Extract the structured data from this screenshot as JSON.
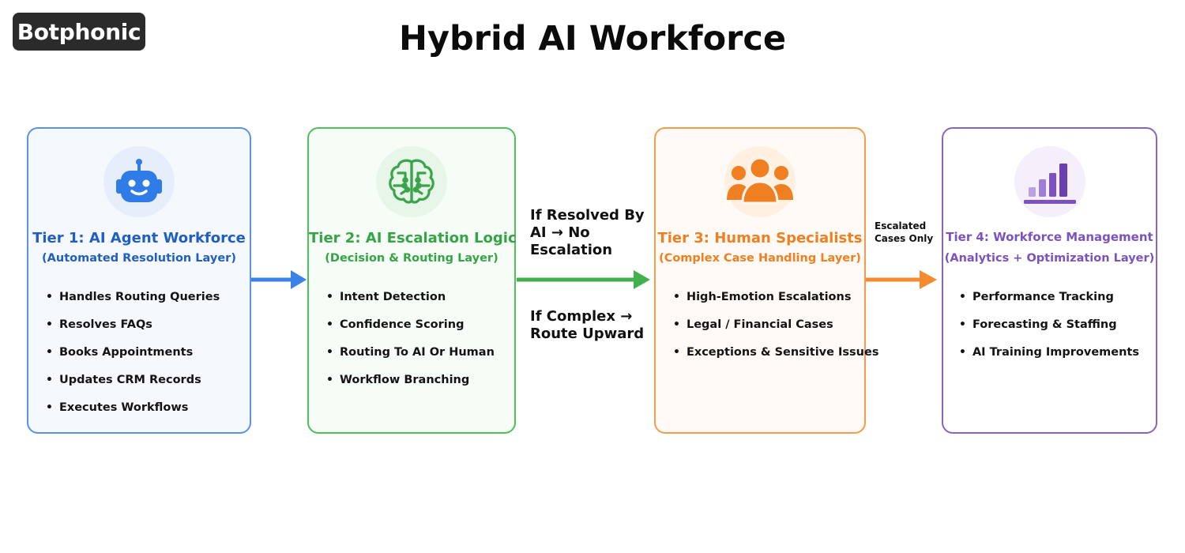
{
  "brand": {
    "logo_text": "Botphonic"
  },
  "title": "Hybrid AI Workforce",
  "colors": {
    "tier1": "#1f5fc1",
    "tier2": "#35a446",
    "tier3": "#f07f22",
    "tier4": "#7b52be"
  },
  "tiers": [
    {
      "icon": "robot-icon",
      "title": "Tier 1: AI Agent Workforce",
      "subtitle": "(Automated Resolution Layer)",
      "items": [
        "Handles Routing Queries",
        "Resolves FAQs",
        "Books Appointments",
        "Updates CRM Records",
        "Executes Workflows"
      ]
    },
    {
      "icon": "brain-circuit-icon",
      "title": "Tier 2: AI Escalation Logic",
      "subtitle": "(Decision & Routing Layer)",
      "items": [
        "Intent Detection",
        "Confidence Scoring",
        "Routing To AI Or Human",
        "Workflow Branching"
      ]
    },
    {
      "icon": "people-group-icon",
      "title": "Tier 3: Human Specialists",
      "subtitle": "(Complex Case Handling Layer)",
      "items": [
        "High-Emotion Escalations",
        "Legal / Financial Cases",
        "Exceptions & Sensitive Issues"
      ]
    },
    {
      "icon": "bar-chart-icon",
      "title": "Tier 4: Workforce Management",
      "subtitle": "(Analytics + Optimization Layer)",
      "items": [
        "Performance Tracking",
        "Forecasting & Staffing",
        "AI Training Improvements"
      ]
    }
  ],
  "flows": {
    "resolved": [
      "If Resolved By",
      "AI → No",
      "Escalation"
    ],
    "complex": [
      "If Complex →",
      "Route Upward"
    ],
    "escalated": [
      "Escalated",
      "Cases Only"
    ]
  }
}
